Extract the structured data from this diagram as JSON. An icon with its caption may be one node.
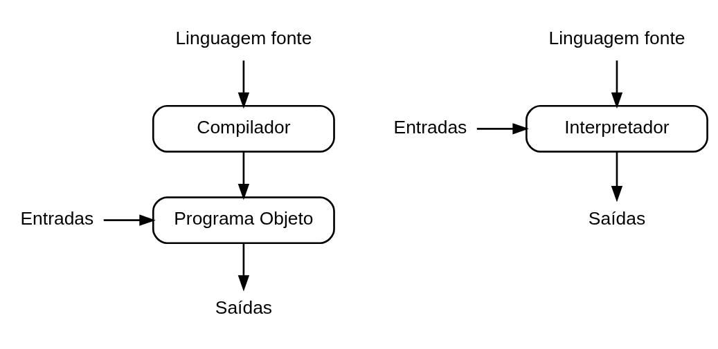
{
  "diagram": {
    "nodes": [
      {
        "text": [
          "Linguagem fonte"
        ]
      },
      {
        "text": [
          "Compilador"
        ]
      },
      {
        "text": [
          "Entradas"
        ]
      },
      {
        "text": [
          "Programa Objeto"
        ]
      },
      {
        "text": [
          "Saídas"
        ]
      },
      {
        "text": [
          "Linguagem fonte"
        ]
      },
      {
        "text": [
          "Entradas"
        ]
      },
      {
        "text": [
          "Interpretador"
        ]
      },
      {
        "text": [
          "Saídas"
        ]
      }
    ],
    "edges": [
      {
        "from": 0,
        "to": 1,
        "arrow": "to"
      },
      {
        "from": 1,
        "to": 3,
        "arrow": "to"
      },
      {
        "from": 2,
        "to": 3,
        "arrow": "to"
      },
      {
        "from": 3,
        "to": 4,
        "arrow": "to"
      },
      {
        "from": 5,
        "to": 7,
        "arrow": "to"
      },
      {
        "from": 6,
        "to": 7,
        "arrow": "to"
      },
      {
        "from": 7,
        "to": 8,
        "arrow": "to"
      }
    ]
  }
}
